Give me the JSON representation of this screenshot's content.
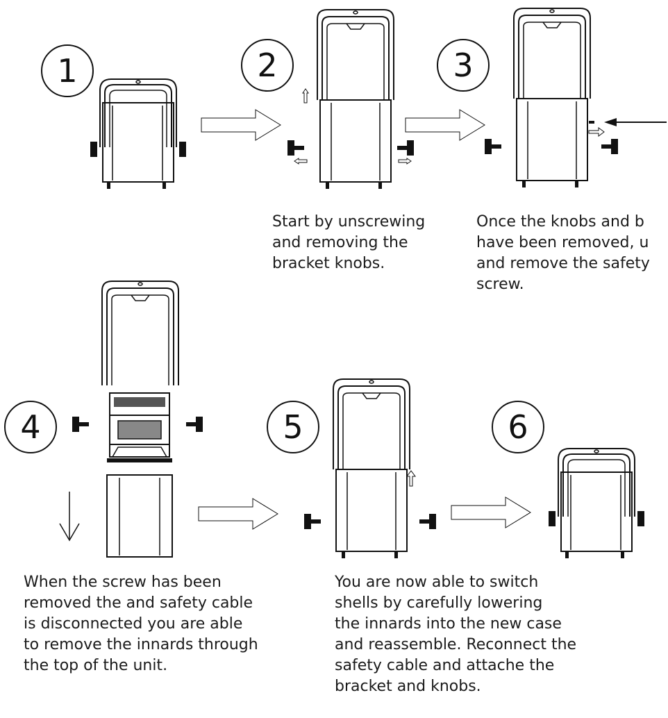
{
  "steps": [
    {
      "number": "1"
    },
    {
      "number": "2",
      "caption": "Start by unscrewing\nand removing the\nbracket knobs."
    },
    {
      "number": "3",
      "caption": "Once the knobs and b\nhave been removed, u\nand remove the safety\nscrew."
    },
    {
      "number": "4",
      "caption": "When the screw has been\nremoved the and safety cable\nis disconnected you are able\nto remove the innards through\nthe top of the unit."
    },
    {
      "number": "5",
      "caption": "You are now able to switch\nshells by carefully lowering\nthe innards into the new case\nand reassemble. Reconnect the\nsafety cable and attache the\nbracket and knobs."
    },
    {
      "number": "6"
    }
  ]
}
